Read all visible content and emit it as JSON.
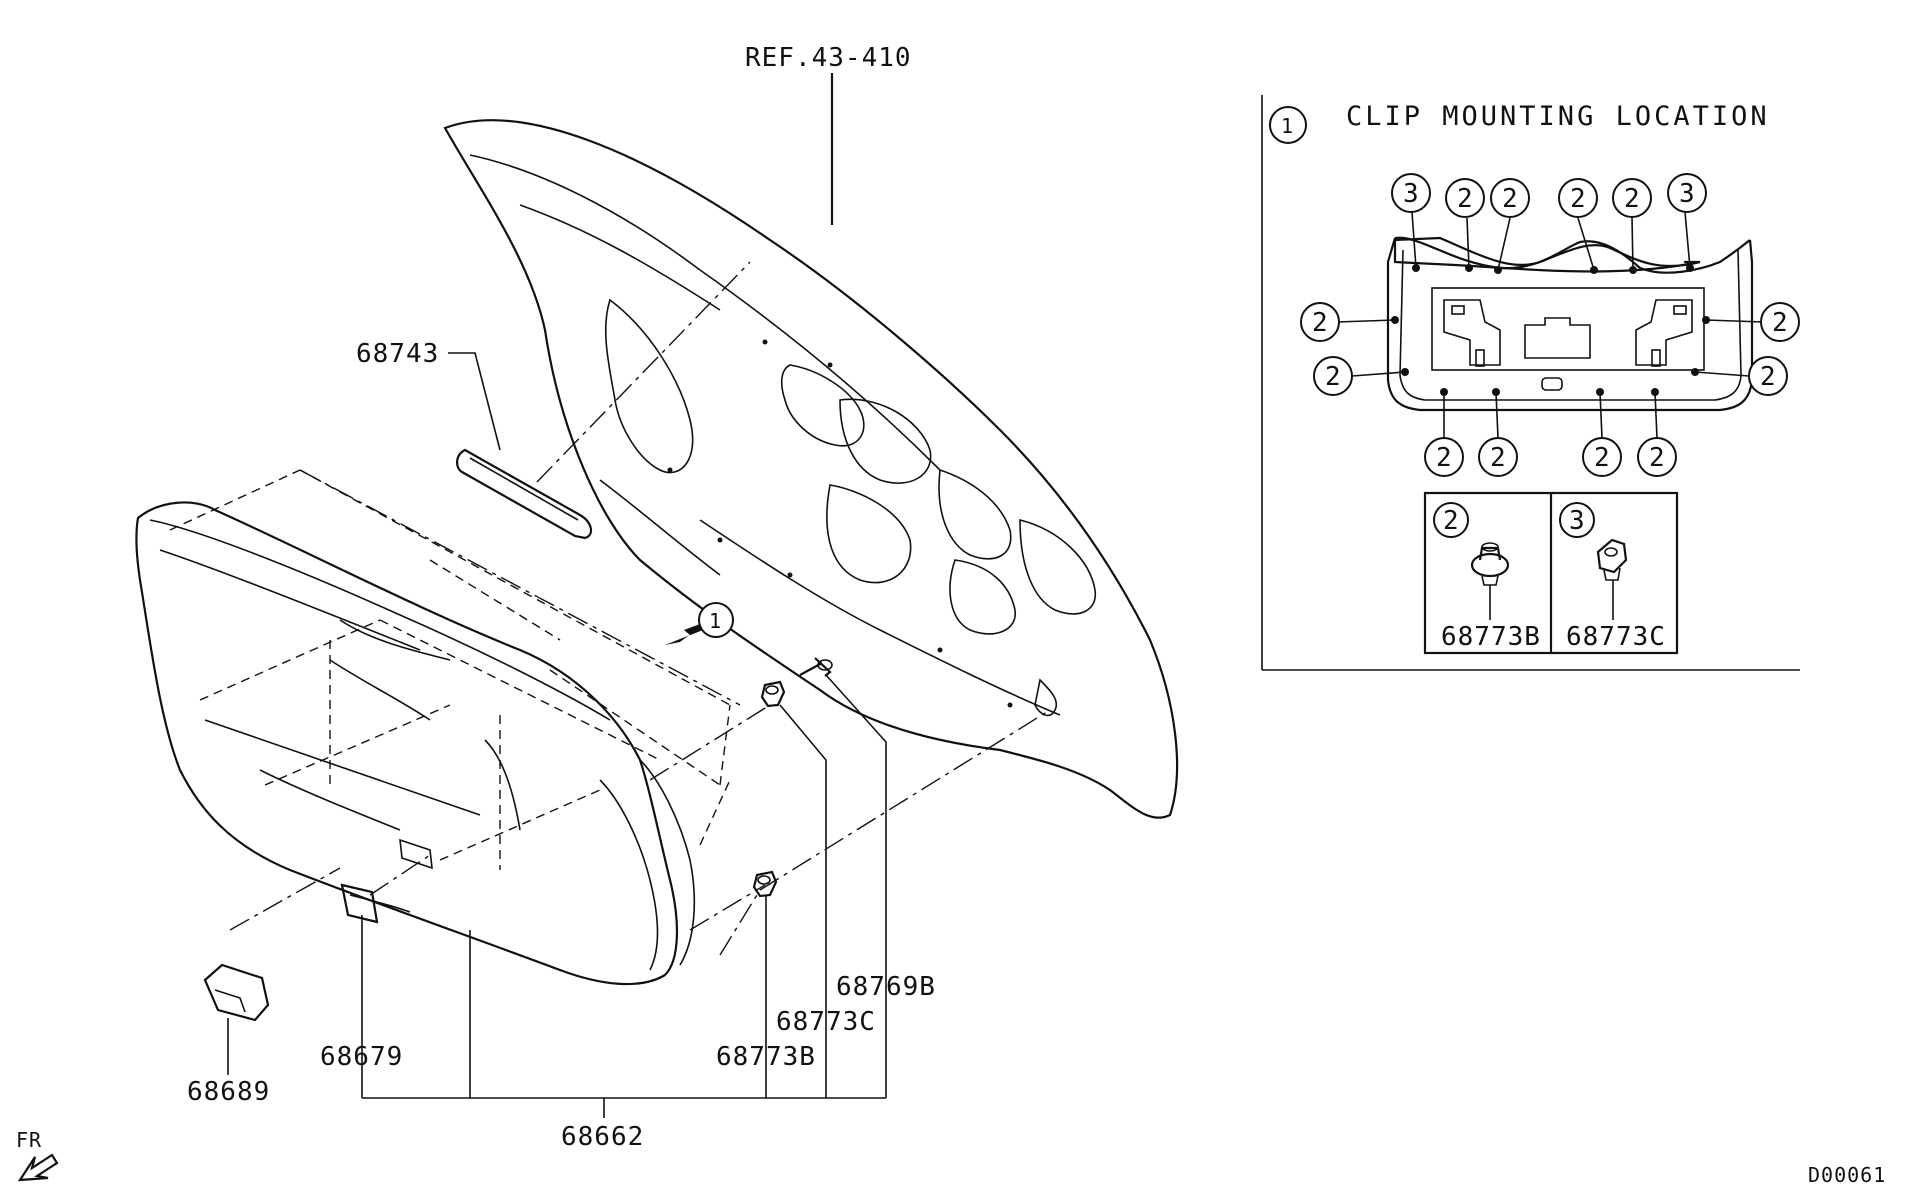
{
  "labels": {
    "ref": "REF.43-410",
    "p68743": "68743",
    "p68769b": "68769B",
    "p68773c": "68773C",
    "p68773b": "68773B",
    "p68679": "68679",
    "p68689": "68689",
    "p68662": "68662",
    "fr": "FR",
    "code": "D00061",
    "callout_main": "1"
  },
  "inset": {
    "marker": "1",
    "title": "CLIP MOUNTING LOCATION",
    "callouts_top": [
      "3",
      "2",
      "2",
      "2",
      "2",
      "3"
    ],
    "callouts_left": [
      "2",
      "2"
    ],
    "callouts_right": [
      "2",
      "2"
    ],
    "callouts_bottom": [
      "2",
      "2",
      "2",
      "2"
    ],
    "clips": [
      {
        "marker": "2",
        "part": "68773B"
      },
      {
        "marker": "3",
        "part": "68773C"
      }
    ]
  }
}
